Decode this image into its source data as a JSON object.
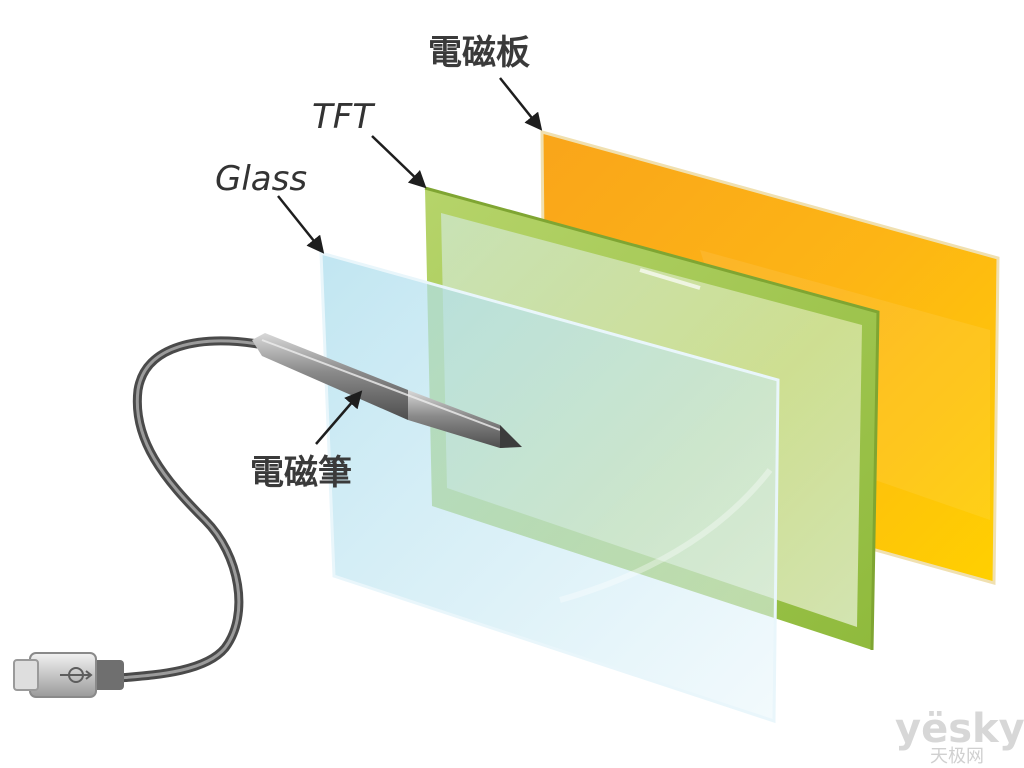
{
  "labels": {
    "magnetic_board": "電磁板",
    "tft": "TFT",
    "glass": "Glass",
    "magnetic_pen": "電磁筆"
  },
  "watermark": {
    "brand": "yësky",
    "sub": "天极网"
  },
  "colors": {
    "magnetic_board": "#fbb21c",
    "tft_frame": "#a3c85a",
    "glass": "#bfe3f0",
    "pen": "#7d7d7d",
    "arrow": "#1e1e1e"
  }
}
